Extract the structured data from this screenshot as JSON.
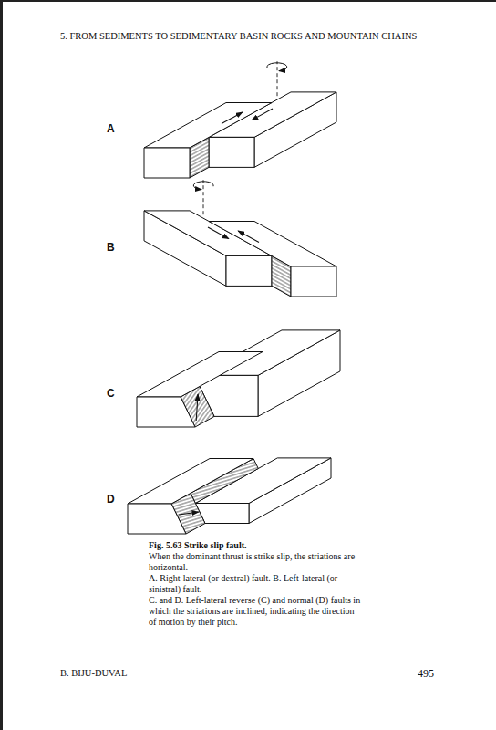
{
  "diagram": {
    "caption": "Fig. 5.63 Strike slip fault.",
    "labels": [
      "5. FROM SEDIMENTS TO SEDIMENTARY BASIN ROCKS AND MOUNTAIN CHAINS",
      "A",
      "B",
      "C",
      "D",
      "When the dominant thrust is strike slip, the striations are horizontal.",
      "A. Right-lateral (or dextral) fault. B. Left-lateral (or sinistral) fault.",
      "C. and D. Left-lateral reverse (C) and normal (D) faults in which the striations are inclined, indicating the direction of motion by their pitch.",
      "B. BIJU-DUVAL",
      "495"
    ]
  }
}
